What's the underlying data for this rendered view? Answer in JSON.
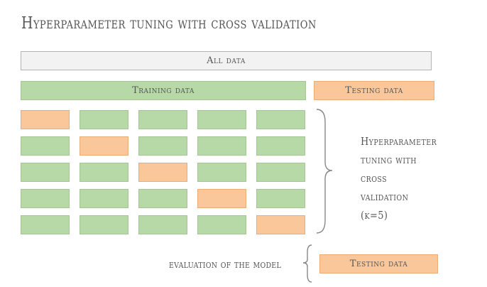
{
  "title": "Hyperparameter tuning with cross validation",
  "bars": {
    "all_data": "All data",
    "training_data": "Training data",
    "testing_data": "Testing data"
  },
  "folds": [
    [
      "validation",
      "train",
      "train",
      "train",
      "train"
    ],
    [
      "train",
      "validation",
      "train",
      "train",
      "train"
    ],
    [
      "train",
      "train",
      "validation",
      "train",
      "train"
    ],
    [
      "train",
      "train",
      "train",
      "validation",
      "train"
    ],
    [
      "train",
      "train",
      "train",
      "train",
      "validation"
    ]
  ],
  "side_label": {
    "lines": [
      "Hyperparameter",
      "tuning with",
      "cross",
      "validation",
      "(k=5)"
    ]
  },
  "evaluation": {
    "label": "evaluation of the model",
    "testing_data": "Testing data"
  },
  "colors": {
    "train": "#b7d9a7",
    "test": "#f9c79a",
    "all": "#f2f2f2"
  }
}
